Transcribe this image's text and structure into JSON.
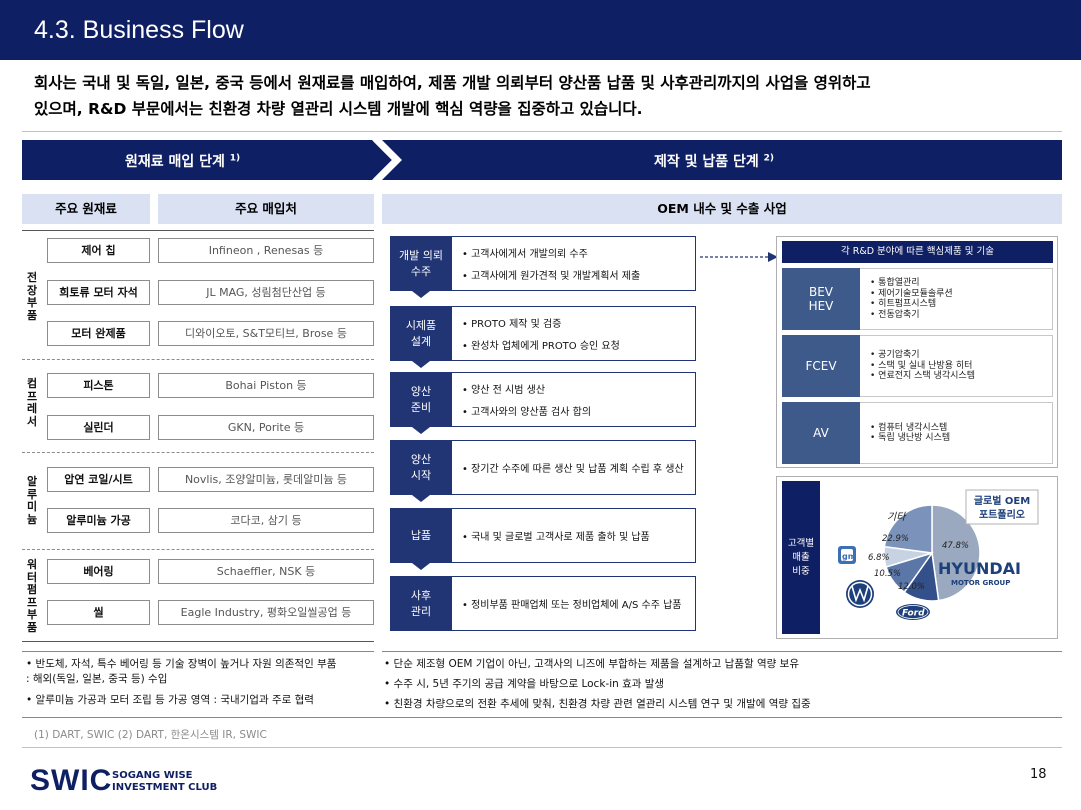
{
  "header": {
    "title": "4.3. Business Flow"
  },
  "summary": {
    "line1": "회사는 국내 및 독일, 일본, 중국 등에서 원재료를 매입하여, 제품 개발 의뢰부터 양산품 납품 및 사후관리까지의 사업을 영위하고",
    "line2": "있으며, R&D 부문에서는 친환경 차량 열관리 시스템 개발에 핵심 역량을 집중하고 있습니다."
  },
  "stages": {
    "stage1": {
      "label": "원재료 매입 단계",
      "note": "1)"
    },
    "stage2": {
      "label": "제작 및 납품 단계",
      "note": "2)"
    }
  },
  "column_headers": {
    "materials": "주요 원재료",
    "suppliers": "주요 매입처",
    "oem": "OEM 내수 및 수출 사업"
  },
  "categories": [
    {
      "label": [
        "전",
        "장",
        "부",
        "품"
      ]
    },
    {
      "label": [
        "컴",
        "프",
        "레",
        "서"
      ]
    },
    {
      "label": [
        "알",
        "루",
        "미",
        "늄"
      ]
    },
    {
      "label": [
        "워",
        "터",
        "펌",
        "프",
        "부",
        "품"
      ]
    }
  ],
  "materials": [
    {
      "material": "제어 칩",
      "supplier": "Infineon , Renesas 등"
    },
    {
      "material": "희토류 모터 자석",
      "supplier": "JL MAG, 성림첨단산업 등"
    },
    {
      "material": "모터 완제품",
      "supplier": "디와이오토, S&T모티브, Brose 등"
    },
    {
      "material": "피스톤",
      "supplier": "Bohai Piston 등"
    },
    {
      "material": "실린더",
      "supplier": "GKN, Porite 등"
    },
    {
      "material": "압연 코일/시트",
      "supplier": "Novlis, 조양알미늄, 롯데알미늄 등"
    },
    {
      "material": "알루미늄 가공",
      "supplier": "코다코, 삼기 등"
    },
    {
      "material": "베어링",
      "supplier": "Schaeffler, NSK 등"
    },
    {
      "material": "씰",
      "supplier": "Eagle Industry, 평화오일씰공업 등"
    }
  ],
  "process": [
    {
      "step": [
        "개발 의뢰",
        "수주"
      ],
      "items": [
        "• 고객사에게서 개발의뢰 수주",
        "• 고객사에게 원가견적 및 개발계획서 제출"
      ]
    },
    {
      "step": [
        "시제품",
        "설계"
      ],
      "items": [
        "• PROTO 제작 및 검증",
        "• 완성차 업체에게 PROTO 승인 요청"
      ]
    },
    {
      "step": [
        "양산",
        "준비"
      ],
      "items": [
        "• 양산 전 시범 생산",
        "• 고객사와의 양산품 검사 합의"
      ]
    },
    {
      "step": [
        "양산",
        "시작"
      ],
      "items": [
        "• 장기간 수주에 따른 생산 및 납품 계획 수립 후 생산"
      ]
    },
    {
      "step": [
        "납품"
      ],
      "items": [
        "• 국내 및 글로벌 고객사로 제품 출하 및 납품"
      ]
    },
    {
      "step": [
        "사후",
        "관리"
      ],
      "items": [
        "• 정비부품 판매업체 또는 정비업체에 A/S 수주 납품"
      ]
    }
  ],
  "rd": {
    "title": "각 R&D 분야에 따른 핵심제품 및 기술",
    "rows": [
      {
        "tag": [
          "BEV",
          "HEV"
        ],
        "items": [
          "• 통합열관리",
          "• 제어기술모듈솔루션",
          "• 히트펌프시스템",
          "• 전동압축기"
        ]
      },
      {
        "tag": [
          "FCEV"
        ],
        "items": [
          "• 공기압축기",
          "• 스택 및 실내 난방용 히터",
          "• 연료전지 스택 냉각시스템"
        ]
      },
      {
        "tag": [
          "AV"
        ],
        "items": [
          "• 컴퓨터 냉각시스템",
          "• 독립 냉난방 시스템"
        ]
      }
    ]
  },
  "customers": {
    "tag": [
      "고객별",
      "매출",
      "비중"
    ],
    "badge": [
      "글로벌 OEM",
      "포트폴리오"
    ],
    "other_label": "기타",
    "hyundai_logo": [
      "HYUNDAI",
      "MOTOR GROUP"
    ],
    "ford_logo": "Ford",
    "slices": [
      {
        "name": "HYUNDAI MOTOR GROUP",
        "value": 47.8,
        "label": "47.8%",
        "color": "#9aa9bf"
      },
      {
        "name": "Ford",
        "value": 12.0,
        "label": "12.0%",
        "color": "#33508a"
      },
      {
        "name": "Volkswagen",
        "value": 10.5,
        "label": "10.5%",
        "color": "#5b77a8"
      },
      {
        "name": "GM",
        "value": 6.8,
        "label": "6.8%",
        "color": "#c7d2e2"
      },
      {
        "name": "기타",
        "value": 22.9,
        "label": "22.9%",
        "color": "#7b93bb"
      }
    ]
  },
  "notes_left": [
    "• 반도체, 자석, 특수 베어링 등 기술 장벽이 높거나 자원 의존적인 부품",
    "  : 해외(독일, 일본, 중국 등) 수입",
    "• 알루미늄 가공과 모터 조립 등 가공 영역 : 국내기업과 주로 협력"
  ],
  "notes_right": [
    "• 단순 제조형 OEM 기업이 아닌, 고객사의 니즈에 부합하는 제품을 설계하고 납품할 역량 보유",
    "• 수주 시, 5년 주기의 공급 계약을 바탕으로 Lock-in 효과 발생",
    "• 친환경 차량으로의 전환 추세에 맞춰, 친환경 차량 관련 열관리 시스템 연구 및 개발에 역량 집중"
  ],
  "footnote": "(1) DART, SWIC  (2) DART, 한온시스템 IR, SWIC",
  "footer": {
    "logo": "SWIC",
    "club_line1": "SOGANG WISE",
    "club_line2": "INVESTMENT CLUB",
    "page": "18"
  },
  "colors": {
    "navy": "#0f1f63",
    "step": "#213474",
    "header_fill": "#d9e1f2",
    "rd_tag": "#3d5a8a"
  }
}
